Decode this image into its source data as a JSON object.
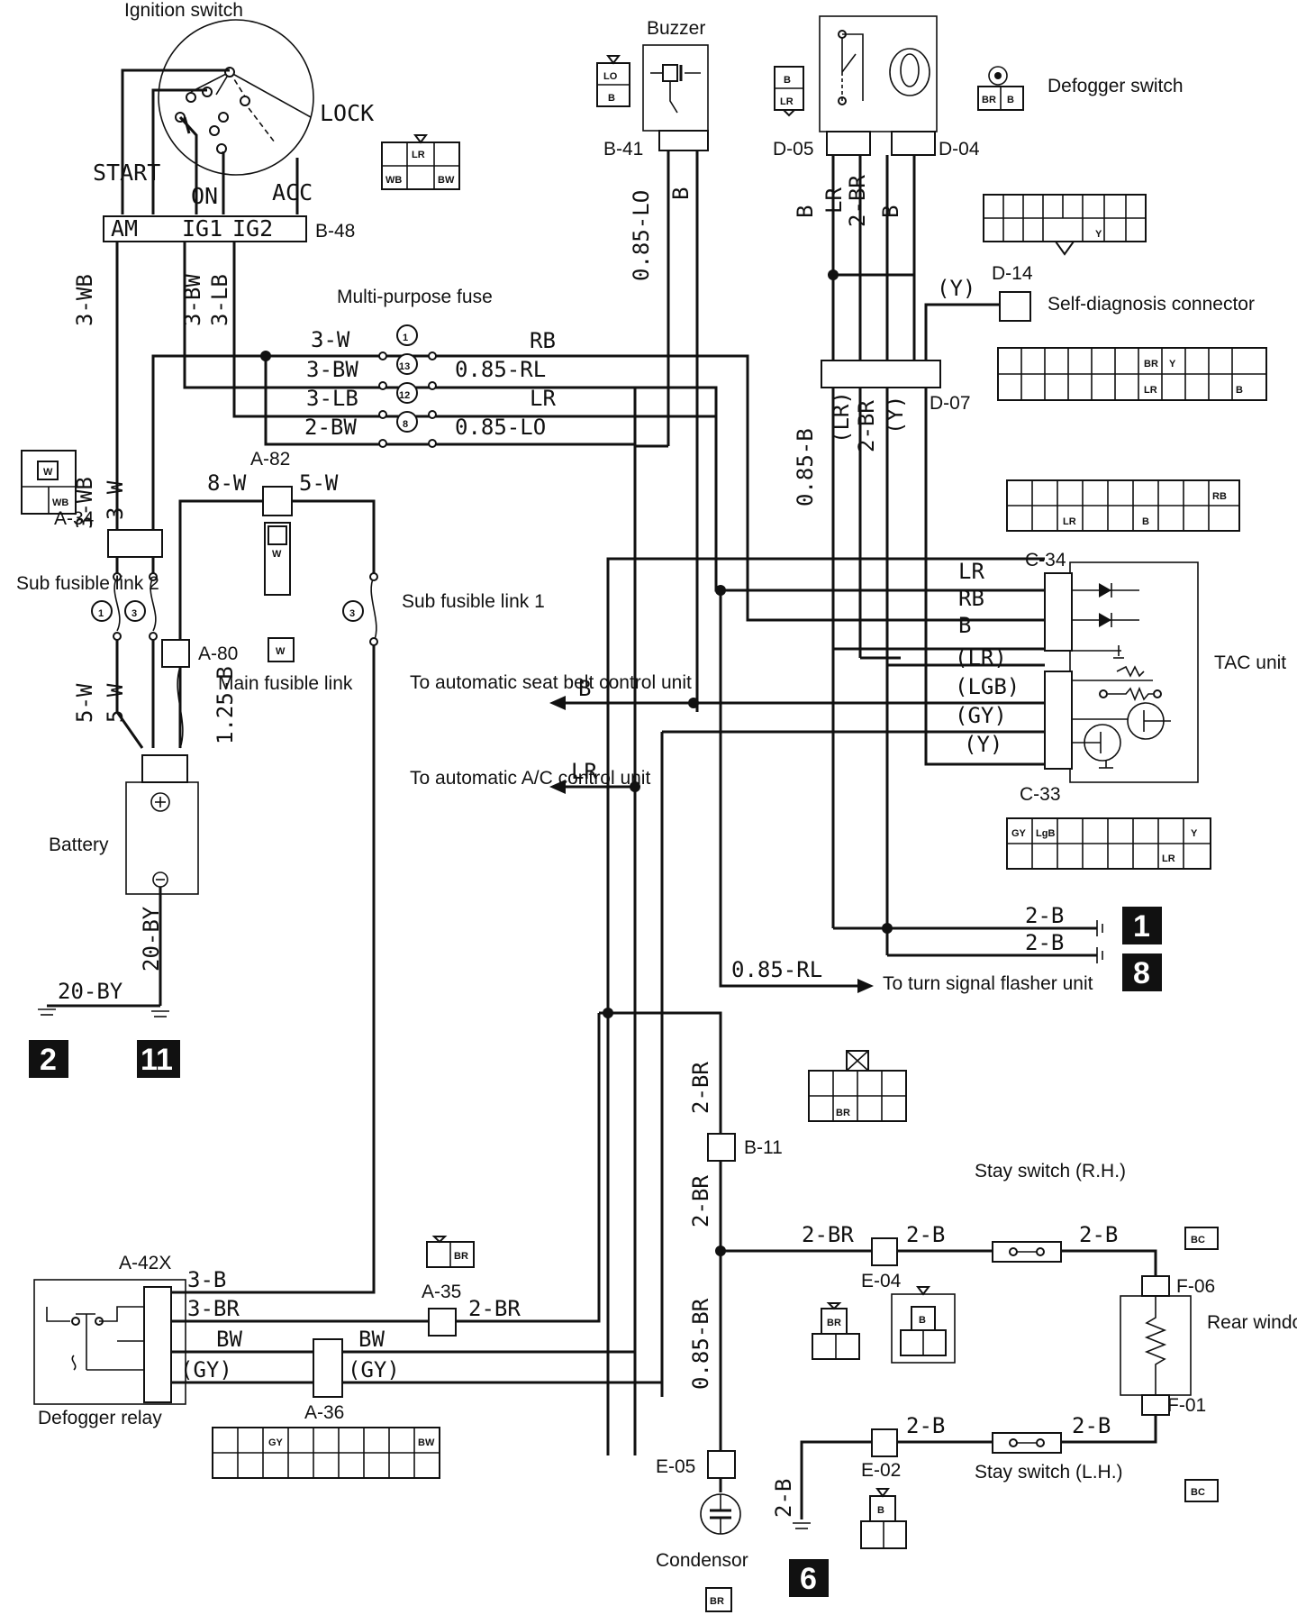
{
  "components": {
    "ignition_switch": "Ignition switch",
    "lock": "LOCK",
    "start": "START",
    "on": "ON",
    "acc": "ACC",
    "am": "AM",
    "ig1": "IG1",
    "ig2": "IG2",
    "buzzer": "Buzzer",
    "defogger_switch": "Defogger switch",
    "self_diag": "Self-diagnosis connector",
    "multi_fuse": "Multi-purpose fuse",
    "sub_link2": "Sub fusible link 2",
    "sub_link1": "Sub fusible link 1",
    "main_link": "Main fusible link",
    "battery": "Battery",
    "tac": "TAC unit",
    "to_seatbelt": "To automatic seat belt control unit",
    "to_ac": "To automatic A/C control unit",
    "to_turn": "To turn signal flasher unit",
    "stay_rh": "Stay switch (R.H.)",
    "stay_lh": "Stay switch (L.H.)",
    "rear_defogger": "Rear window defogger",
    "defogger_relay": "Defogger relay",
    "condensor": "Condensor"
  },
  "connectors": {
    "b48": "B-48",
    "b41": "B-41",
    "d05": "D-05",
    "d04": "D-04",
    "d14": "D-14",
    "d07": "D-07",
    "a82": "A-82",
    "a34": "A-34",
    "a80": "A-80",
    "c34": "C-34",
    "c33": "C-33",
    "b11": "B-11",
    "e04": "E-04",
    "f06": "F-06",
    "f01": "F-01",
    "e02": "E-02",
    "e05": "E-05",
    "a42x": "A-42X",
    "a35": "A-35",
    "a36": "A-36"
  },
  "wires": {
    "w3wb": "3-WB",
    "w3bw": "3-BW",
    "w3lb": "3-LB",
    "w3w": "3-W",
    "w2bw": "2-BW",
    "rb": "RB",
    "rl085": "0.85-RL",
    "lr": "LR",
    "lo085": "0.85-LO",
    "w8w": "8-W",
    "w5w": "5-W",
    "b125": "1.25-B",
    "by20": "20-BY",
    "b": "B",
    "br2": "2-BR",
    "b085": "0.85-B",
    "y_p": "(Y)",
    "lr_p": "(LR)",
    "lgb_p": "(LGB)",
    "gy_p": "(GY)",
    "b2": "2-B",
    "br085": "0.85-BR",
    "b3": "3-B",
    "br3": "3-BR",
    "bw": "BW",
    "gy": "(GY)"
  },
  "fuse_numbers": [
    "1",
    "13",
    "12",
    "8"
  ],
  "sub_link_numbers": [
    "1",
    "3",
    "3"
  ],
  "ground_badges": [
    "1",
    "8",
    "2",
    "11",
    "6"
  ],
  "pin_labels": {
    "lo": "LO",
    "b": "B",
    "lr": "LR",
    "br": "BR",
    "w": "W",
    "wb": "WB",
    "bw": "BW",
    "y": "Y",
    "rb": "RB",
    "gy": "GY",
    "lgb": "LgB",
    "bc": "BC"
  }
}
